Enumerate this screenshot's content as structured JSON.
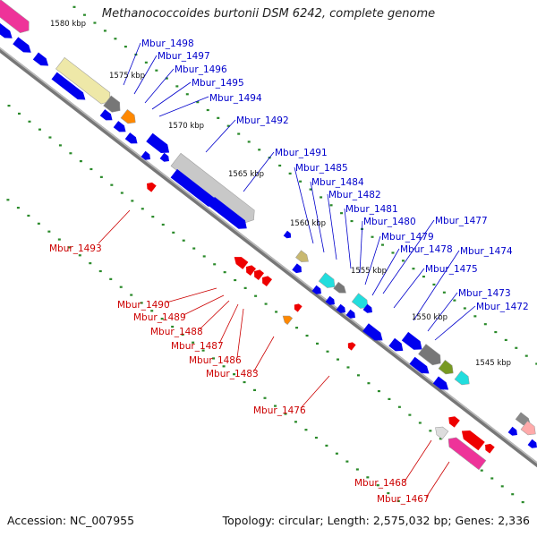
{
  "title": "Methanococcoides burtonii DSM 6242, complete genome",
  "footer": {
    "accession": "Accession: NC_007955",
    "summary": "Topology: circular; Length: 2,575,032 bp; Genes: 2,336"
  },
  "colors": {
    "forward_label": "#0000cc",
    "reverse_label": "#cc0000",
    "cds": "#0000ee",
    "rna": "#ee0000",
    "backbone": "#888888",
    "tick": "#2a8a2a"
  },
  "scale_labels": [
    "1580 kbp",
    "1575 kbp",
    "1570 kbp",
    "1565 kbp",
    "1560 kbp",
    "1555 kbp",
    "1550 kbp",
    "1545 kbp"
  ],
  "forward_genes": [
    "Mbur_1498",
    "Mbur_1497",
    "Mbur_1496",
    "Mbur_1495",
    "Mbur_1494",
    "Mbur_1492",
    "Mbur_1491",
    "Mbur_1485",
    "Mbur_1484",
    "Mbur_1482",
    "Mbur_1481",
    "Mbur_1480",
    "Mbur_1479",
    "Mbur_1478",
    "Mbur_1477",
    "Mbur_1475",
    "Mbur_1474",
    "Mbur_1473",
    "Mbur_1472"
  ],
  "reverse_genes": [
    "Mbur_1493",
    "Mbur_1490",
    "Mbur_1489",
    "Mbur_1488",
    "Mbur_1487",
    "Mbur_1486",
    "Mbur_1483",
    "Mbur_1476",
    "Mbur_1468",
    "Mbur_1467"
  ]
}
